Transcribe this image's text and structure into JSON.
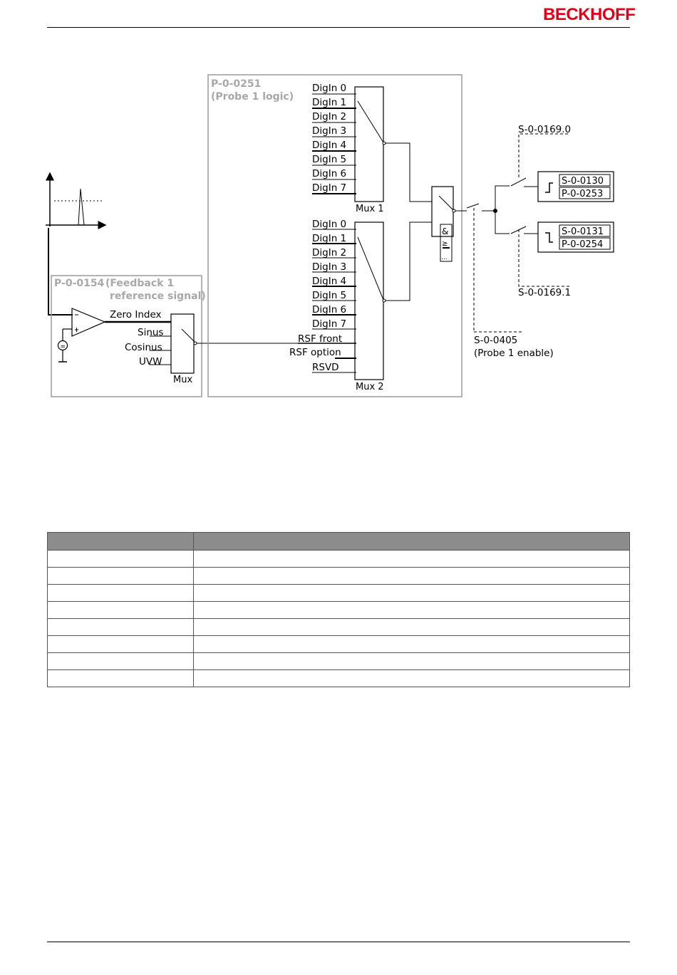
{
  "header": {
    "brand": "BECKHOFF",
    "brand_color": "#e2001a"
  },
  "diagram": {
    "feedback_box": {
      "param": "P-0-0154",
      "title_line1": "(Feedback 1",
      "title_line2": "reference signal)"
    },
    "feedback_inputs": [
      "Zero Index",
      "Sinus",
      "Cosinus",
      "UVW"
    ],
    "mux_feedback_label": "Mux",
    "probe_box": {
      "param": "P-0-0251",
      "title": "(Probe 1 logic)"
    },
    "mux1_inputs": [
      "DigIn 0",
      "DigIn 1",
      "DigIn 2",
      "DigIn 3",
      "DigIn 4",
      "DigIn 5",
      "DigIn 6",
      "DigIn 7"
    ],
    "mux1_label": "Mux 1",
    "mux2_inputs": [
      "DigIn 0",
      "DigIn 1",
      "DigIn 2",
      "DigIn 3",
      "DigIn 4",
      "DigIn 5",
      "DigIn 6",
      "DigIn 7",
      "RSF front",
      "RSF option",
      "RSVD"
    ],
    "mux2_label": "Mux 2",
    "logic_symbols": [
      "&",
      "≥"
    ],
    "logic_dots": "...",
    "control_top": "S-0-0169.0",
    "control_bottom": "S-0-0169.1",
    "enable_param": "S-0-0405",
    "enable_label": "(Probe 1 enable)",
    "rising_outputs": [
      "S-0-0130",
      "P-0-0253"
    ],
    "falling_outputs": [
      "S-0-0131",
      "P-0-0254"
    ],
    "ground_symbol": "="
  },
  "table": {
    "header_color": "#8c8c8c",
    "columns": [
      "",
      ""
    ],
    "rows": [
      [
        "",
        ""
      ],
      [
        "",
        ""
      ],
      [
        "",
        ""
      ],
      [
        "",
        ""
      ],
      [
        "",
        ""
      ],
      [
        "",
        ""
      ],
      [
        "",
        ""
      ],
      [
        "",
        ""
      ]
    ]
  }
}
